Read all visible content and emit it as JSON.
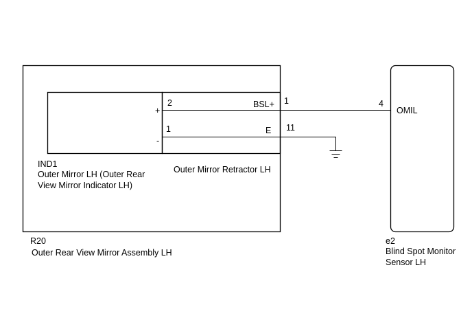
{
  "colors": {
    "line": "#000000",
    "background": "#ffffff"
  },
  "assembly": {
    "code": "R20",
    "name": "Outer Rear View Mirror Assembly LH"
  },
  "indicator": {
    "code": "IND1",
    "name_line1": "Outer Mirror LH (Outer Rear",
    "name_line2": "View Mirror Indicator LH)",
    "plus_sign": "+",
    "minus_sign": "-"
  },
  "retractor": {
    "name": "Outer Mirror Retractor LH",
    "pin_plus": "2",
    "pin_minus": "1",
    "terminal_bsl": "BSL+",
    "terminal_e": "E",
    "connector_pin_bsl": "1",
    "connector_pin_e": "11"
  },
  "sensor": {
    "code": "e2",
    "name_line1": "Blind Spot Monitor",
    "name_line2": "Sensor LH",
    "pin": "4",
    "terminal": "OMIL"
  },
  "ground": {
    "icon": "ground-icon"
  }
}
